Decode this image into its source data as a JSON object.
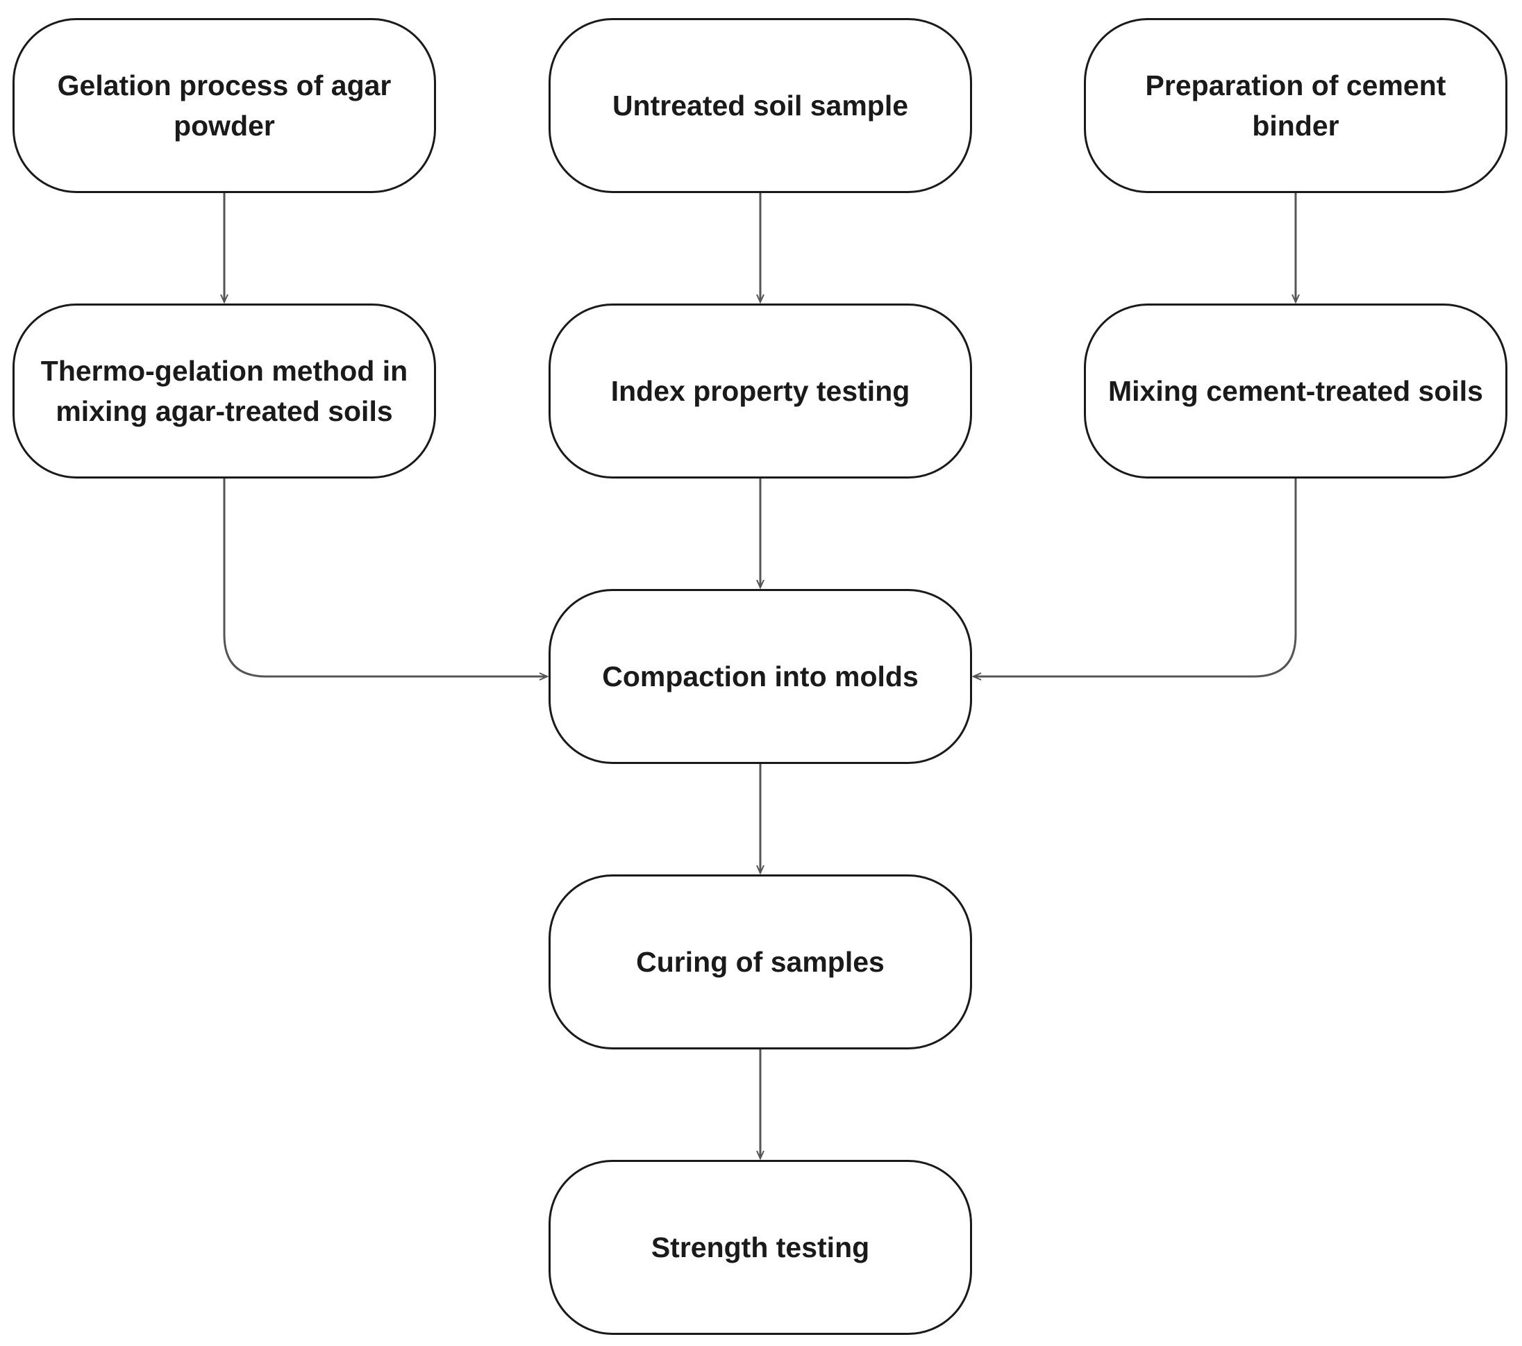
{
  "nodes": {
    "gelation": "Gelation process of agar powder",
    "untreated": "Untreated soil sample",
    "cement": "Preparation of cement binder",
    "thermo": "Thermo-gelation method in mixing agar-treated soils",
    "index": "Index property testing",
    "mixing": "Mixing cement-treated soils",
    "compaction": "Compaction into molds",
    "curing": "Curing of samples",
    "strength": "Strength testing"
  },
  "edges": [
    {
      "from": "gelation",
      "to": "thermo"
    },
    {
      "from": "untreated",
      "to": "index"
    },
    {
      "from": "cement",
      "to": "mixing"
    },
    {
      "from": "thermo",
      "to": "compaction"
    },
    {
      "from": "index",
      "to": "compaction"
    },
    {
      "from": "mixing",
      "to": "compaction"
    },
    {
      "from": "compaction",
      "to": "curing"
    },
    {
      "from": "curing",
      "to": "strength"
    }
  ],
  "colors": {
    "stroke": "#1a1a1a",
    "connector": "#555555",
    "background": "#ffffff"
  }
}
